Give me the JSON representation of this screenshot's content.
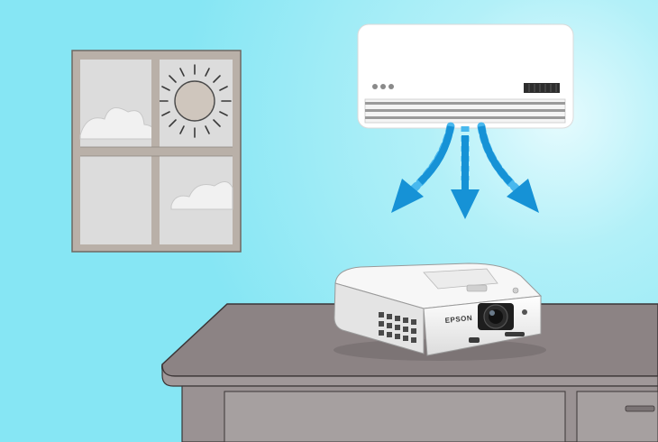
{
  "scene": {
    "colors": {
      "wall": "#86e6f4",
      "wall_glow": "#d2f8fc",
      "window_frame": "#b9b0a8",
      "window_glass": "#dcdcdc",
      "sun": "#cfc6bd",
      "ac_body": "#ffffff",
      "arrow": "#1692d6",
      "table_top": "#8c8384",
      "table_front": "#a29b9b",
      "projector_body": "#f2f2f2"
    },
    "window": {
      "sky": "sunny"
    },
    "air_conditioner": {
      "indicator_lights": 3,
      "airflow_arrows": 3
    },
    "projector": {
      "brand": "EPSON"
    }
  }
}
